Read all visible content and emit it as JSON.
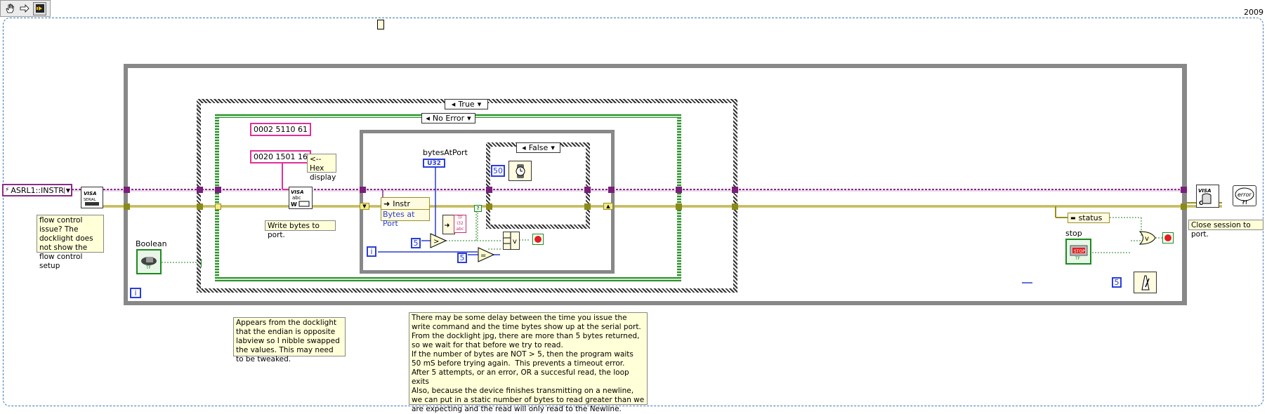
{
  "year_label": "2009",
  "visa_resource": "ASRL1::INSTR",
  "case_outer": "True",
  "case_error": "No Error",
  "case_inner": "False",
  "strings": [
    "0002 5110 61",
    "0020 1501 16"
  ],
  "hex_note": "<--Hex display",
  "write_comment": "Write bytes to port.",
  "property_instr": "Instr",
  "property_bytes": "Bytes at Port",
  "bytes_label": "bytesAtPort",
  "u32_tag": "U32",
  "const_50": "50",
  "const_5a": "5",
  "const_5b": "5",
  "const_5c": "5",
  "iter_i": "i",
  "loop_i": "i",
  "boolean_label": "Boolean",
  "stop_label": "stop",
  "status_label": "status",
  "close_comment": "Close session to port.",
  "flow_note": "flow control issue? The docklight does not show the flow control setup",
  "endian_note": "Appears from the docklight that the endian is opposite labview so I nibble swapped the values. This may need to be tweaked.",
  "delay_note": "There may be some delay between the time you issue the write command and the time bytes show up at the serial port.  From the docklight jpg, there are more than 5 bytes returned, so we wait for that before we try to read.\nIf the number of bytes are NOT > 5, then the program waits 50 mS before trying again.  This prevents a timeout error.\nAfter 5 attempts, or an error, OR a succesful read, the loop exits\nAlso, because the device finishes transmitting on a newline, we can put in a static number of bytes to read greater than we are expecting and the read will only read to the Newline.",
  "colors": {
    "visa_wire": "#8b2a8b",
    "error_wire": "#b0a020",
    "numeric": "#2a3ed6",
    "string": "#e0309a",
    "boolean": "#1c8a1c"
  }
}
